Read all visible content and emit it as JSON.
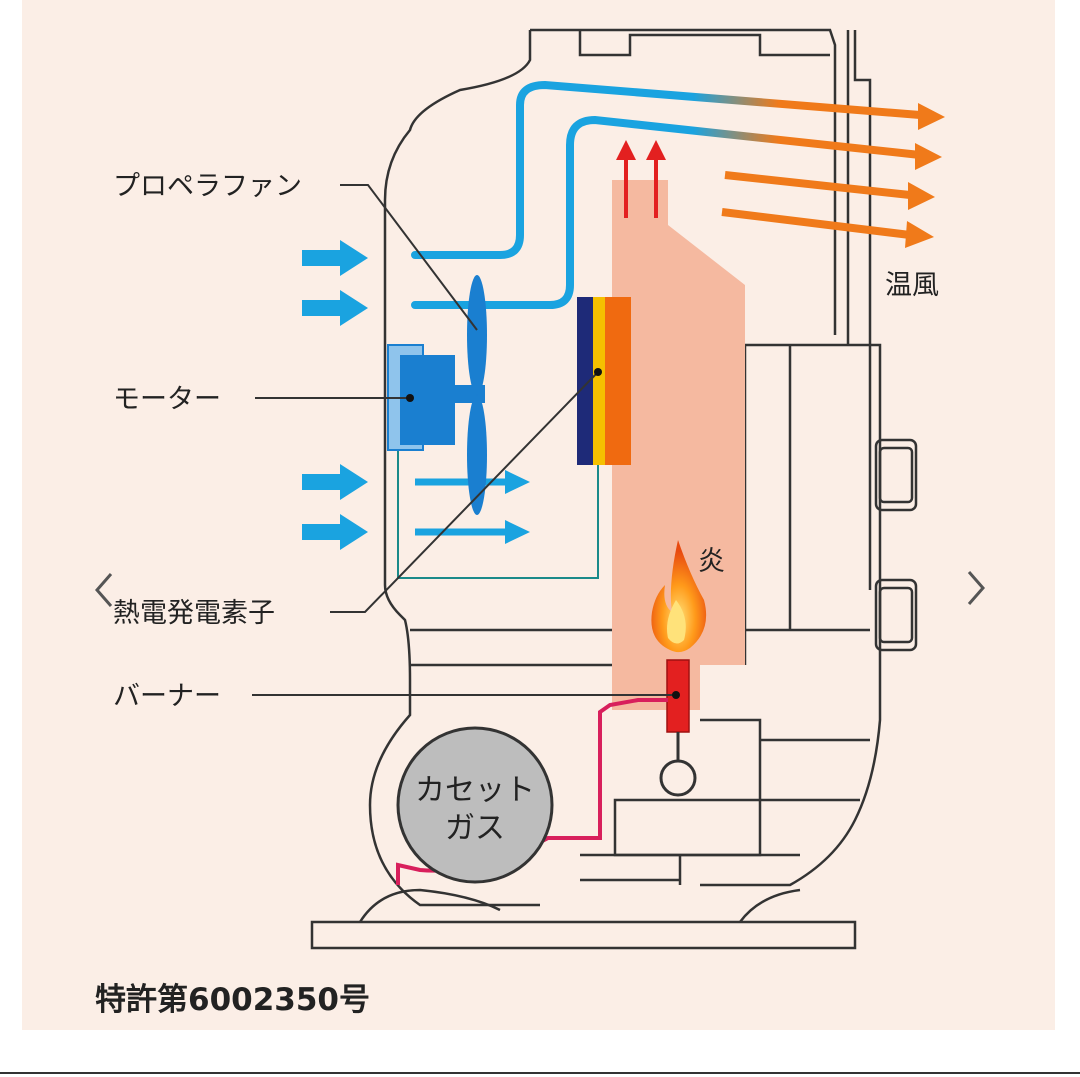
{
  "labels": {
    "propeller_fan": "プロペラファン",
    "motor": "モーター",
    "thermoelectric": "熱電発電素子",
    "burner": "バーナー",
    "warm_air": "温風",
    "flame": "炎",
    "gas_line1": "カセット",
    "gas_line2": "ガス",
    "patent": "特許第6002350号"
  },
  "colors": {
    "background": "#fbeee6",
    "cool_air": "#1aa3e0",
    "warm_air": "#f07a1a",
    "combustion": "#f5b9a0",
    "element_navy": "#1e2a78",
    "element_yellow": "#f5c000",
    "element_orange": "#f06a10",
    "motor_blue": "#1a7fd0",
    "gas_tube": "#d81f5c",
    "burner_red": "#e32020",
    "canister": "#bdbdbd",
    "outline": "#333333"
  },
  "navigation": {
    "prev_icon": "chevron-left-icon",
    "next_icon": "chevron-right-icon"
  }
}
